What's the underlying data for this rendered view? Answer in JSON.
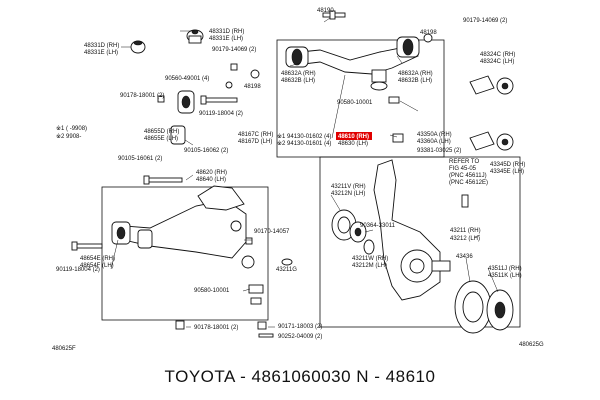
{
  "labels": {
    "l48190": "48190",
    "l48331d": "48331D (RH)",
    "l48331e": "48331E (LH)",
    "l48331d_left": "48331D (RH)",
    "l48331e_left": "48331E (LH)",
    "l90179_14069_top": "90179-14069 (2)",
    "l48198": "48198",
    "l90179_14069_mid": "90179-14069 (2)",
    "l48324c": "48324C (RH)",
    "l48324c_lh": "48324C (LH)",
    "l48632a": "48632A (RH)",
    "l48632b": "48632B (LH)",
    "l48632a_r": "48632A (RH)",
    "l48632b_r": "48632B (LH)",
    "l90560": "90560-49001 (4)",
    "l48198_mid": "48198",
    "l90178_top": "90178-18001 (2)",
    "l90119_top": "90119-18004 (2)",
    "l90580_top": "90580-10001",
    "legend1": "※1 (    -9908)",
    "legend2": "※2 9908-",
    "l48655d": "48655D (RH)",
    "l48655e": "48655E (LH)",
    "l48167c": "48167C (RH)",
    "l48167d": "48167D (LH)",
    "l94130_02": "※1 94130-01602 (4)",
    "l94130_01": "※2 94130-01601 (4)",
    "l48610": "48610 (RH)",
    "l48630": "48630 (LH)",
    "l43350a": "43350A (RH)",
    "l43360a": "43360A (LH)",
    "l93381": "93381-03025 (2)",
    "l90105": "90105-16061 (2)",
    "l90105_b": "90105-16062 (2)",
    "l48620": "48620 (RH)",
    "l48640": "48640 (LH)",
    "refer1": "REFER TO",
    "refer2": "FIG 45-05",
    "refer3": "(PNC 45611J)",
    "refer4": "(PNC 45612E)",
    "l43345d": "43345D (RH)",
    "l43345e": "43345E (LH)",
    "l43211v": "43211V (RH)",
    "l43212n": "43212N (LH)",
    "l90364": "90364-33011",
    "l43211": "43211 (RH)",
    "l43212": "43212 (LH)",
    "l48654e": "48654E (RH)",
    "l48654f": "48654F (LH)",
    "l90170": "90170-14057",
    "l43211g": "43211G",
    "l43211w": "43211W (RH)",
    "l43212m": "43212M (LH)",
    "l43436": "43436",
    "l90119_bot": "90119-18004 (2)",
    "l43511j": "43511J (RH)",
    "l43511k": "43511K (LH)",
    "l90580_bot": "90580-10001",
    "l90178_bot": "90178-18001 (2)",
    "l90171": "90171-18003 (2)",
    "l90252": "90252-04009 (2)",
    "fig_left": "480625F",
    "fig_right": "480625G"
  },
  "highlight_part": "48610 (RH)",
  "caption": "TOYOTA - 4861060030      N - 48610",
  "colors": {
    "line": "#111111",
    "highlight": "#e00000",
    "background": "#ffffff"
  }
}
